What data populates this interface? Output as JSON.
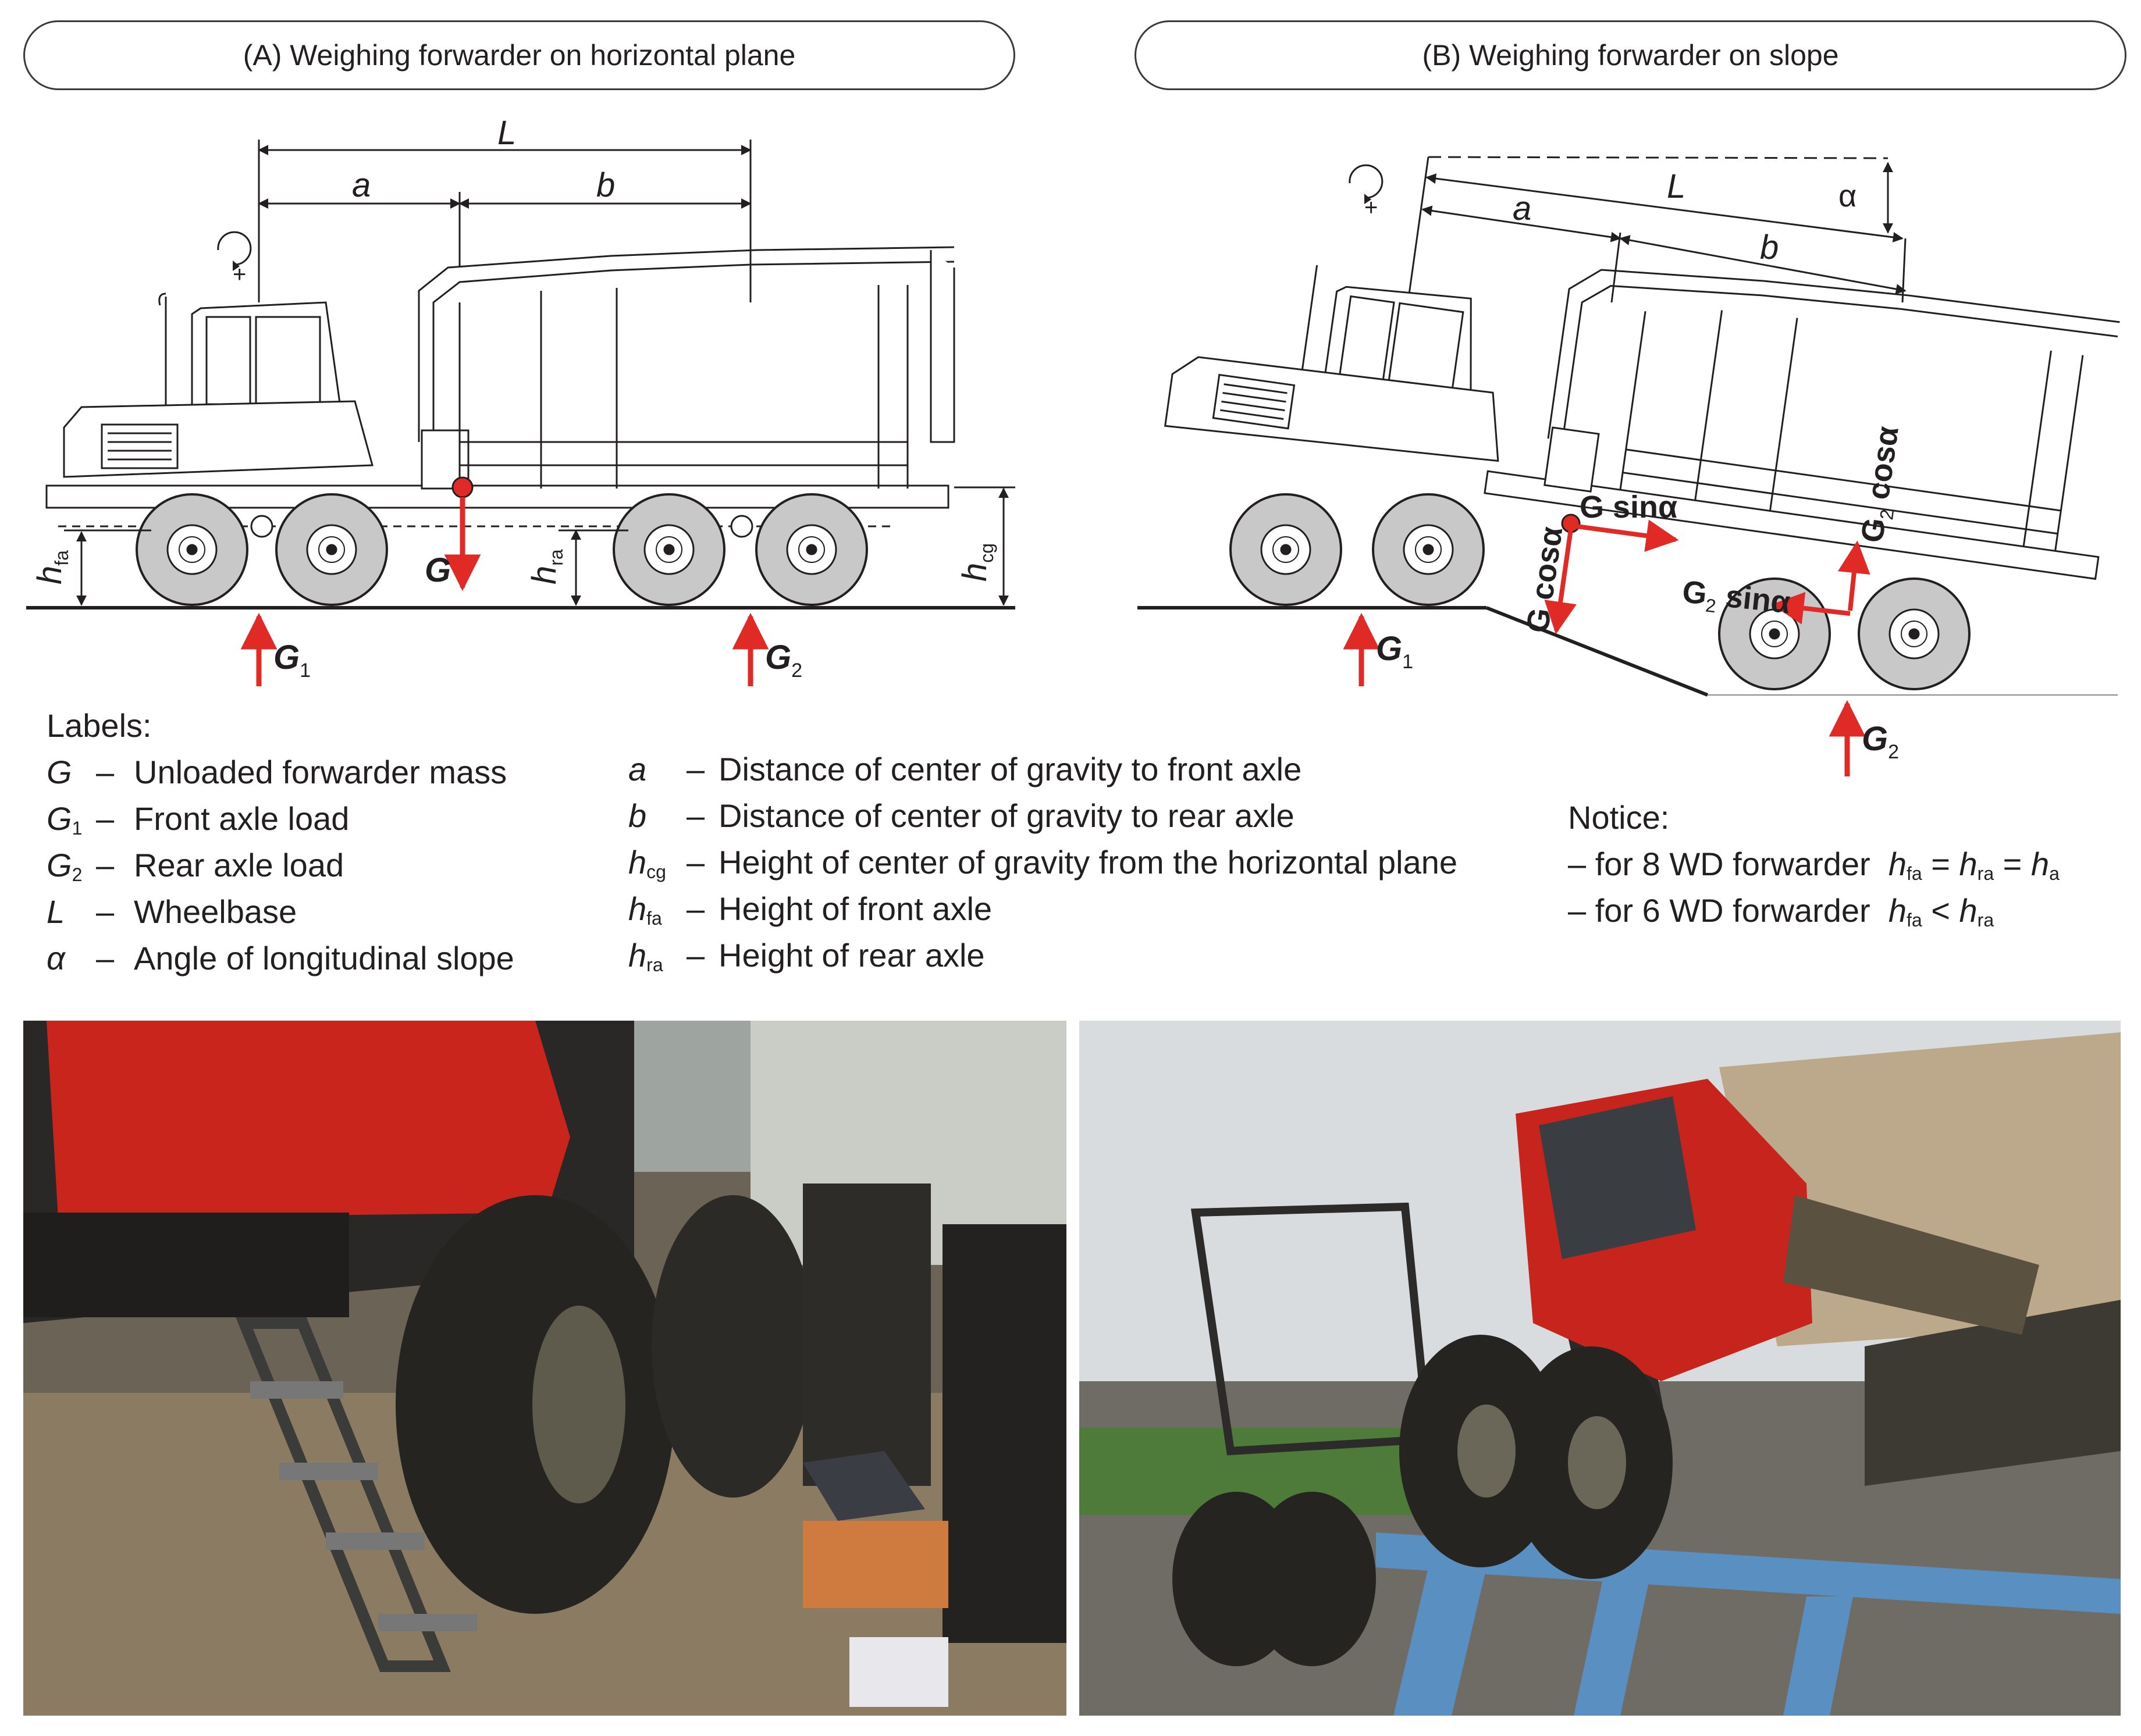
{
  "panels": {
    "a_title": "(A) Weighing forwarder on horizontal plane",
    "b_title": "(B) Weighing forwarder on slope"
  },
  "diagram_a": {
    "L": "L",
    "a": "a",
    "b": "b",
    "G": "G",
    "G1": "G",
    "G1_sub": "1",
    "G2": "G",
    "G2_sub": "2",
    "h_fa": "h",
    "h_fa_sub": "fa",
    "h_ra": "h",
    "h_ra_sub": "ra",
    "h_cg": "h",
    "h_cg_sub": "cg",
    "rotation_sign": "+"
  },
  "diagram_b": {
    "L": "L",
    "a": "a",
    "b": "b",
    "alpha": "α",
    "G_sin": "G sinα",
    "G_cos": "G cosα",
    "G2_sin": "G",
    "G2_sin_sub": "2",
    "G2_sin_rest": " sinα",
    "G2_cos": "G",
    "G2_cos_sub": "2",
    "G2_cos_rest": " cosα",
    "G1": "G",
    "G1_sub": "1",
    "G2": "G",
    "G2_sub": "2",
    "rotation_sign": "+"
  },
  "labels_heading": "Labels:",
  "labels": [
    {
      "sym": "G",
      "sub": "",
      "desc": "Unloaded forwarder mass"
    },
    {
      "sym": "G",
      "sub": "1",
      "desc": "Front axle load"
    },
    {
      "sym": "G",
      "sub": "2",
      "desc": "Rear axle load"
    },
    {
      "sym": "L",
      "sub": "",
      "desc": "Wheelbase"
    },
    {
      "sym": "α",
      "sub": "",
      "desc": "Angle of longitudinal slope"
    }
  ],
  "labels2": [
    {
      "sym": "a",
      "sub": "",
      "desc": "Distance of center of gravity to front axle"
    },
    {
      "sym": "b",
      "sub": "",
      "desc": "Distance of center of gravity to rear axle"
    },
    {
      "sym": "h",
      "sub": "cg",
      "desc": "Height of center of gravity from the horizontal plane"
    },
    {
      "sym": "h",
      "sub": "fa",
      "desc": "Height of front axle"
    },
    {
      "sym": "h",
      "sub": "ra",
      "desc": "Height of rear axle"
    }
  ],
  "dash": "–",
  "notice": {
    "heading": "Notice:",
    "line1_prefix": "– for 8 WD forwarder",
    "line2_prefix": "– for 6 WD forwarder",
    "h": "h",
    "fa": "fa",
    "ra": "ra",
    "a": "a",
    "eq": "=",
    "lt": "<"
  },
  "colors": {
    "arrow": "#e02a26",
    "tire": "#c8c8c8",
    "line": "#231f20"
  }
}
